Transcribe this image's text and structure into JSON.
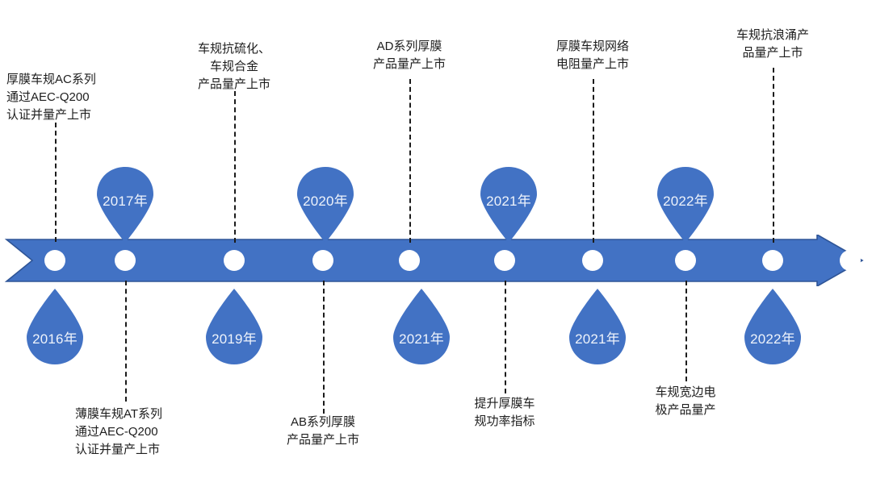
{
  "diagram": {
    "type": "timeline",
    "accent_color": "#4272C4",
    "accent_stroke": "#2F5597",
    "dot_color": "#FFFFFF",
    "line_color": "#1B1B1B",
    "text_color": "#1D1D1D",
    "background": "#FFFFFF",
    "node_count": 10
  },
  "pins": {
    "top": [
      {
        "year": "2017年"
      },
      {
        "year": "2020年"
      },
      {
        "year": "2021年"
      },
      {
        "year": "2022年"
      }
    ],
    "bottom": [
      {
        "year": "2016年"
      },
      {
        "year": "2019年"
      },
      {
        "year": "2021年"
      },
      {
        "year": "2021年"
      },
      {
        "year": "2022年"
      }
    ]
  },
  "captions": {
    "top": [
      {
        "text": "厚膜车规AC系列\n通过AEC-Q200\n认证并量产上市"
      },
      {
        "text": "车规抗硫化、\n车规合金\n产品量产上市"
      },
      {
        "text": "AD系列厚膜\n产品量产上市"
      },
      {
        "text": "厚膜车规网络\n电阻量产上市"
      },
      {
        "text": "车规抗浪涌产\n品量产上市"
      }
    ],
    "bottom": [
      {
        "text": "薄膜车规AT系列\n通过AEC-Q200\n认证并量产上市"
      },
      {
        "text": "AB系列厚膜\n产品量产上市"
      },
      {
        "text": "提升厚膜车\n规功率指标"
      },
      {
        "text": "车规宽边电\n极产品量产"
      }
    ]
  }
}
